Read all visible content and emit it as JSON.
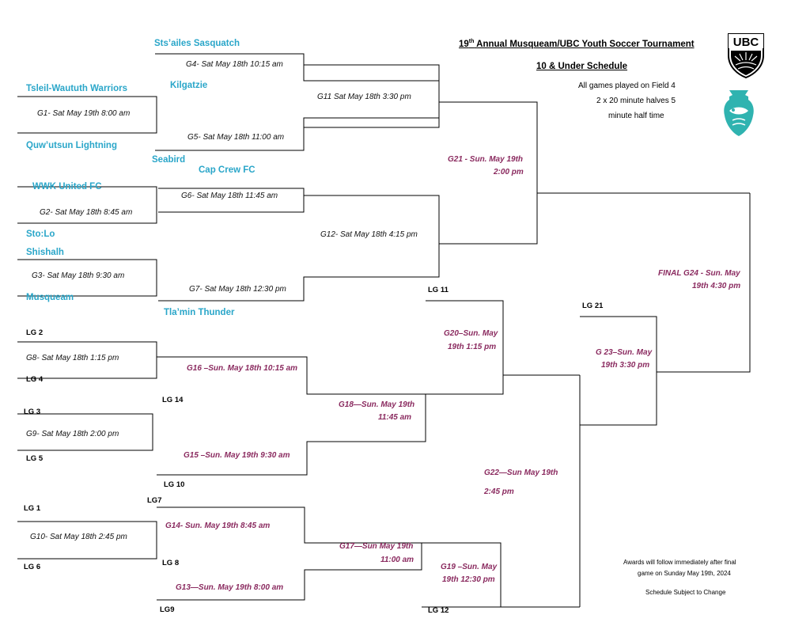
{
  "header": {
    "title_num": "19",
    "title_sup": "th",
    "title_rest": " Annual Musqueam/UBC Youth Soccer Tournament",
    "subtitle": "10 & Under Schedule",
    "note1": "All games played on Field 4",
    "note2": "2 x 20 minute halves 5",
    "note3": "minute half time",
    "ubc_text": "UBC"
  },
  "teams": {
    "sts": "Sts’ailes Sasquatch",
    "kil": "Kilgatzie",
    "tsl": "Tsleil-Waututh Warriors",
    "quw": "Quw’utsun Lightning",
    "sea": "Seabird",
    "cap": "Cap Crew FC",
    "wwk": "WWK United FC",
    "sto": "Sto:Lo",
    "shi": "Shishalh",
    "mus": "Musqueam",
    "tla": "Tla’min Thunder"
  },
  "games": {
    "g1": "G1- Sat May 19th 8:00 am",
    "g2": "G2- Sat May 18th 8:45 am",
    "g3": "G3- Sat May 18th 9:30 am",
    "g4": "G4- Sat May 18th 10:15 am",
    "g5": "G5- Sat May 18th 11:00 am",
    "g6": "G6- Sat May 18th 11:45 am",
    "g7": "G7- Sat May 18th 12:30 pm",
    "g8": "G8- Sat May 18th 1:15 pm",
    "g9": "G9- Sat May 18th 2:00 pm",
    "g10": "G10- Sat May 18th  2:45 pm",
    "g11": "G11 Sat May 18th 3:30 pm",
    "g12": "G12- Sat May 18th 4:15 pm",
    "g13": "G13—Sun. May 19th 8:00 am",
    "g14": "G14- Sun. May 19th 8:45 am",
    "g15": "G15 –Sun. May 19th 9:30 am",
    "g16": "G16 –Sun. May 18th 10:15 am",
    "g17a": "G17—Sun May 19th",
    "g17b": "11:00 am",
    "g18a": "G18—Sun. May 19th",
    "g18b": "11:45 am",
    "g19a": "G19 –Sun. May",
    "g19b": "19th 12:30 pm",
    "g20a": "G20–Sun. May",
    "g20b": "19th 1:15 pm",
    "g21a": "G21 - Sun. May 19th",
    "g21b": "2:00 pm",
    "g22a": "G22—Sun May 19th",
    "g22b": "2:45 pm",
    "g23a": "G 23–Sun. May",
    "g23b": "19th 3:30 pm",
    "g24a": "FINAL G24 - Sun. May",
    "g24b": "19th 4:30 pm"
  },
  "labels": {
    "lg1": "LG 1",
    "lg2": "LG 2",
    "lg3": "LG 3",
    "lg4": "LG 4",
    "lg5": "LG 5",
    "lg6": "LG 6",
    "lg7": "LG7",
    "lg8": "LG 8",
    "lg9": "LG9",
    "lg10": "LG 10",
    "lg11": "LG 11",
    "lg12": "LG 12",
    "lg14": "LG 14",
    "lg21": "LG 21"
  },
  "footer": {
    "awards1": "Awards will follow immediately after final",
    "awards2": "game on Sunday May 19th, 2024",
    "change": "Schedule Subject to Change"
  },
  "colors": {
    "team": "#2aa6c9",
    "game_purple": "#8a2a5f",
    "logo_teal": "#2fb3b0"
  }
}
